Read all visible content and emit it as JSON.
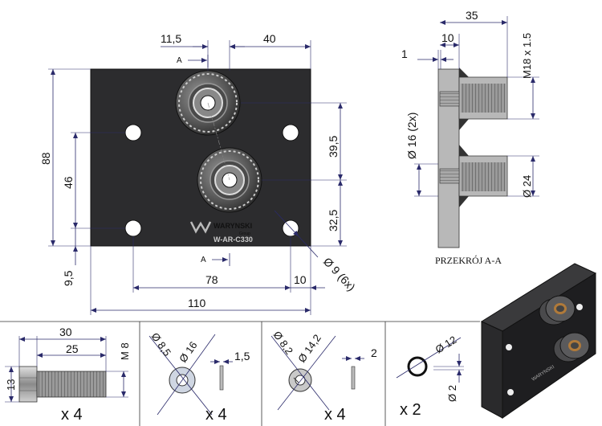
{
  "front_view": {
    "dim_11_5": "11,5",
    "dim_40": "40",
    "dim_88": "88",
    "dim_46": "46",
    "dim_9_5": "9,5",
    "dim_39_5": "39,5",
    "dim_32_5": "32,5",
    "dim_78": "78",
    "dim_10": "10",
    "dim_110": "110",
    "dim_holes": "Ø 9 (6x)",
    "section_mark_top": "A",
    "section_mark_bottom": "A",
    "logo_text": "WARYNSKI",
    "logo_sub": "Group",
    "part_code": "W-AR-C330"
  },
  "section_view": {
    "dim_35": "35",
    "dim_10": "10",
    "dim_1": "1",
    "dim_thread": "M18 x 1.5",
    "dim_boss": "Ø 16 (2x)",
    "dim_24": "Ø 24",
    "caption": "PRZEKRÓJ A-A"
  },
  "parts": [
    {
      "dim_a": "30",
      "dim_b": "25",
      "dim_c": "M 8",
      "dim_d": "13",
      "qty": "x 4"
    },
    {
      "dim_a": "Ø 8,5",
      "dim_b": "Ø 16",
      "dim_c": "1,5",
      "qty": "x 4"
    },
    {
      "dim_a": "Ø 8,2",
      "dim_b": "Ø 14,2",
      "dim_c": "2",
      "qty": "x 4"
    },
    {
      "dim_a": "Ø 12",
      "dim_b": "Ø 2",
      "qty": "x 2"
    }
  ],
  "colors": {
    "plate": "#2c2c2e",
    "dim_line": "#2a2a6a",
    "section": "#b8b8b8"
  }
}
